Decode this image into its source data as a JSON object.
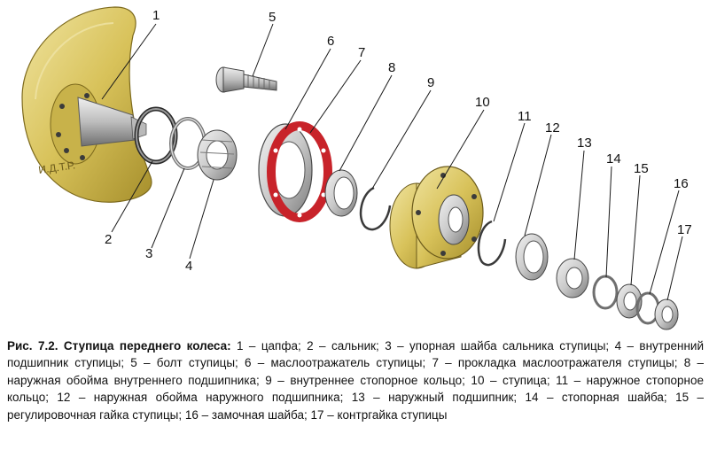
{
  "figure": {
    "stamp_text": "И.Д.Т.Р.",
    "callouts": [
      "1",
      "2",
      "3",
      "4",
      "5",
      "6",
      "7",
      "8",
      "9",
      "10",
      "11",
      "12",
      "13",
      "14",
      "15",
      "16",
      "17"
    ]
  },
  "caption": {
    "title": "Рис. 7.2. Ступица переднего колеса:",
    "body": " 1 – цапфа; 2 – сальник; 3 – упорная шайба сальника ступицы; 4 – внутренний подшипник ступицы; 5 – болт ступицы; 6 – маслоотражатель ступицы; 7 – прокладка маслоотражателя ступицы; 8 – наружная обойма внутреннего подшипника; 9 – внутреннее стопорное кольцо; 10 – ступица; 11 – наружное стопорное кольцо; 12 – наружная обойма наружного подшипника; 13 – наружный подшипник; 14 – стопорная шайба; 15 – регулировочная гайка ступицы; 16 – замочная шайба; 17 – контргайка ступицы"
  },
  "colors": {
    "brass": "#d8c25a",
    "brass_dark": "#a68f2c",
    "steel": "#c9c9c9",
    "steel_dark": "#7b7b7b",
    "gasket": "#c8232a"
  }
}
